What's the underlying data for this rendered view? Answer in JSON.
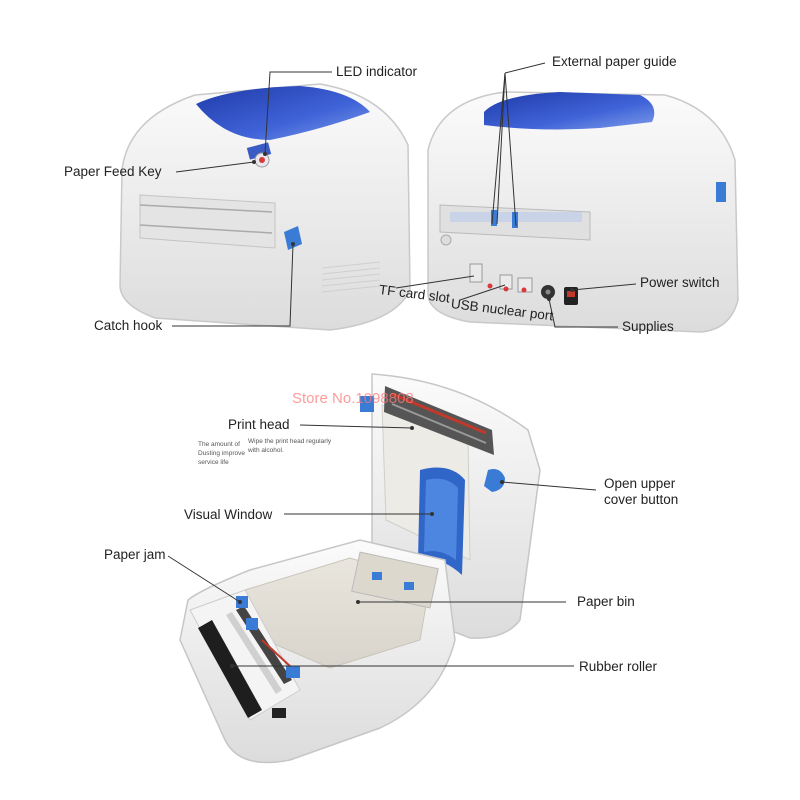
{
  "labels": {
    "led_indicator": "LED indicator",
    "paper_feed_key": "Paper Feed Key",
    "catch_hook": "Catch hook",
    "external_paper_guide": "External paper guide",
    "power_switch": "Power switch",
    "tf_card_slot": "TF card slot",
    "usb_port": "USB nuclear port",
    "supplies": "Supplies",
    "print_head": "Print head",
    "print_head_note_left_1": "The amount of",
    "print_head_note_left_2": "Dusting improve",
    "print_head_note_left_3": "service life",
    "print_head_note_right_1": "Wipe the print head regularly",
    "print_head_note_right_2": "with alcohol.",
    "open_upper_cover_1": "Open upper",
    "open_upper_cover_2": "cover button",
    "visual_window": "Visual Window",
    "paper_jam": "Paper jam",
    "paper_bin": "Paper bin",
    "rubber_roller": "Rubber roller"
  },
  "watermark": "Store No.1098808",
  "colors": {
    "printer_body": "#f1f1f1",
    "window_blue": "#2c47b8",
    "accent_blue": "#3a7bd5",
    "leader_line": "#333333",
    "indicator_red": "#d83a3a"
  }
}
